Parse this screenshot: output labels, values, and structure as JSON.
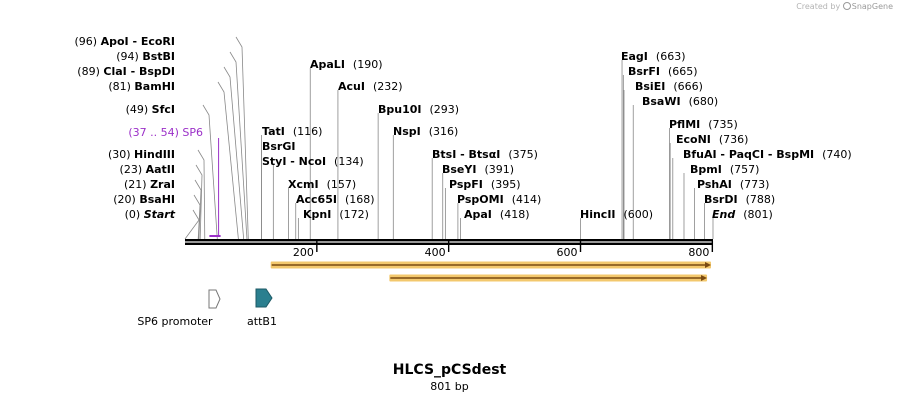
{
  "credit": {
    "prefix": "Created by",
    "brand": "SnapGene"
  },
  "title": "HLCS_pCSdest",
  "subtitle": "801 bp",
  "colors": {
    "primer": "#9b30c8",
    "orf_fill": "#f3c86d",
    "orf_edge": "#7a4a12",
    "attb1": "#2b7f8f",
    "promoter": "#ffffff"
  },
  "sequence": {
    "length": 801,
    "ticks": [
      200,
      400,
      600,
      800
    ]
  },
  "sites": [
    {
      "name": "Start",
      "pos_text": "(0)",
      "pos": 0,
      "italic": true
    },
    {
      "name": "BsaHI",
      "pos_text": "(20)",
      "pos": 20
    },
    {
      "name": "ZraI",
      "pos_text": "(21)",
      "pos": 21
    },
    {
      "name": "AatII",
      "pos_text": "(23)",
      "pos": 23
    },
    {
      "name": "HindIII",
      "pos_text": "(30)",
      "pos": 30
    },
    {
      "name": "SfcI",
      "pos_text": "(49)",
      "pos": 49
    },
    {
      "name": "BamHI",
      "pos_text": "(81)",
      "pos": 81
    },
    {
      "name": "ClaI - BspDI",
      "pos_text": "(89)",
      "pos": 89
    },
    {
      "name": "BstBI",
      "pos_text": "(94)",
      "pos": 94
    },
    {
      "name": "ApoI - EcoRI",
      "pos_text": "(96)",
      "pos": 96
    },
    {
      "name": "TatI",
      "pos_text": "(116)",
      "pos": 116
    },
    {
      "name": "BsrGI",
      "pos_text": "",
      "pos": 116
    },
    {
      "name": "StyI - NcoI",
      "pos_text": "(134)",
      "pos": 134
    },
    {
      "name": "XcmI",
      "pos_text": "(157)",
      "pos": 157
    },
    {
      "name": "Acc65I",
      "pos_text": "(168)",
      "pos": 168
    },
    {
      "name": "KpnI",
      "pos_text": "(172)",
      "pos": 172
    },
    {
      "name": "ApaLI",
      "pos_text": "(190)",
      "pos": 190
    },
    {
      "name": "AcuI",
      "pos_text": "(232)",
      "pos": 232
    },
    {
      "name": "Bpu10I",
      "pos_text": "(293)",
      "pos": 293
    },
    {
      "name": "NspI",
      "pos_text": "(316)",
      "pos": 316
    },
    {
      "name": "BtsI - BtsαI",
      "pos_text": "(375)",
      "pos": 375
    },
    {
      "name": "BseYI",
      "pos_text": "(391)",
      "pos": 391
    },
    {
      "name": "PspFI",
      "pos_text": "(395)",
      "pos": 395
    },
    {
      "name": "PspOMI",
      "pos_text": "(414)",
      "pos": 414
    },
    {
      "name": "ApaI",
      "pos_text": "(418)",
      "pos": 418
    },
    {
      "name": "HincII",
      "pos_text": "(600)",
      "pos": 600
    },
    {
      "name": "EagI",
      "pos_text": "(663)",
      "pos": 663
    },
    {
      "name": "BsrFI",
      "pos_text": "(665)",
      "pos": 665
    },
    {
      "name": "BsiEI",
      "pos_text": "(666)",
      "pos": 666
    },
    {
      "name": "BsaWI",
      "pos_text": "(680)",
      "pos": 680
    },
    {
      "name": "PflMI",
      "pos_text": "(735)",
      "pos": 735
    },
    {
      "name": "EcoNI",
      "pos_text": "(736)",
      "pos": 736
    },
    {
      "name": "BfuAI - PaqCI - BspMI",
      "pos_text": "(740)",
      "pos": 740
    },
    {
      "name": "BpmI",
      "pos_text": "(757)",
      "pos": 757
    },
    {
      "name": "PshAI",
      "pos_text": "(773)",
      "pos": 773
    },
    {
      "name": "BsrDI",
      "pos_text": "(788)",
      "pos": 788
    },
    {
      "name": "End",
      "pos_text": "(801)",
      "pos": 801,
      "italic": true
    }
  ],
  "primer": {
    "name": "SP6",
    "range_text": "(37 .. 54)",
    "start": 37,
    "end": 54
  },
  "orfs": [
    {
      "start": 130,
      "end": 801
    },
    {
      "start": 310,
      "end": 795
    }
  ],
  "features": [
    {
      "name": "SP6 promoter",
      "kind": "promoter",
      "icon": "promoter-arrow-icon"
    },
    {
      "name": "attB1",
      "kind": "attb1",
      "icon": "attb1-arrow-icon"
    }
  ]
}
